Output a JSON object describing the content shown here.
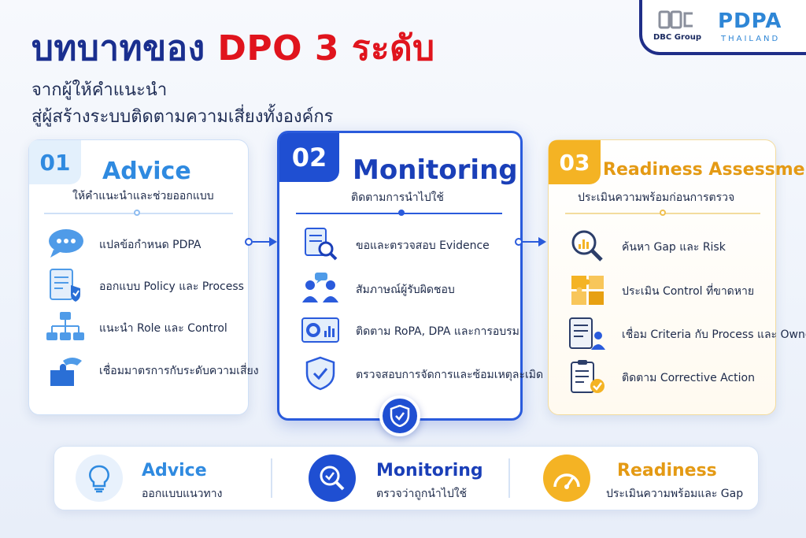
{
  "header": {
    "title_part1": "บทบาทของ ",
    "title_part2": "DPO 3 ระดับ",
    "subtitle_line1": "จากผู้ให้คำแนะนำ",
    "subtitle_line2": "สู่ผู้สร้างระบบติดตามความเสี่ยงทั้งองค์กร"
  },
  "brand": {
    "dbc_label": "DBC Group",
    "pdpa_label": "PDPA",
    "thailand_label": "THAILAND"
  },
  "cards": [
    {
      "number": "01",
      "title": "Advice",
      "subtitle": "ให้คำแนะนำและช่วยออกแบบ",
      "items": [
        {
          "icon": "chat-bubble-icon",
          "label": "แปลข้อกำหนด PDPA"
        },
        {
          "icon": "policy-document-icon",
          "label": "ออกแบบ Policy และ Process"
        },
        {
          "icon": "org-chart-icon",
          "label": "แนะนำ Role และ Control"
        },
        {
          "icon": "puzzle-hand-icon",
          "label": "เชื่อมมาตรการกับระดับความเสี่ยง"
        }
      ]
    },
    {
      "number": "02",
      "title": "Monitoring",
      "subtitle": "ติดตามการนำไปใช้",
      "items": [
        {
          "icon": "document-search-icon",
          "label": "ขอและตรวจสอบ Evidence"
        },
        {
          "icon": "interview-people-icon",
          "label": "สัมภาษณ์ผู้รับผิดชอบ"
        },
        {
          "icon": "dashboard-chart-icon",
          "label": "ติดตาม RoPA, DPA และการอบรม"
        },
        {
          "icon": "shield-check-icon",
          "label": "ตรวจสอบการจัดการและซ้อมเหตุละเมิด"
        }
      ]
    },
    {
      "number": "03",
      "title": "Readiness Assessment",
      "subtitle": "ประเมินความพร้อมก่อนการตรวจ",
      "items": [
        {
          "icon": "magnifier-chart-icon",
          "label": "ค้นหา Gap และ Risk"
        },
        {
          "icon": "puzzle-pieces-icon",
          "label": "ประเมิน Control ที่ขาดหาย"
        },
        {
          "icon": "document-person-icon",
          "label": "เชื่อม Criteria กับ Process และ Owner"
        },
        {
          "icon": "clipboard-check-icon",
          "label": "ติดตาม Corrective Action"
        }
      ]
    }
  ],
  "summary": [
    {
      "icon": "lightbulb-icon",
      "title": "Advice",
      "subtitle": "ออกแบบแนวทาง",
      "color": "#2f8ae0"
    },
    {
      "icon": "magnifier-check-icon",
      "title": "Monitoring",
      "subtitle": "ตรวจว่าถูกนำไปใช้",
      "color": "#1a3fb8"
    },
    {
      "icon": "gauge-icon",
      "title": "Readiness",
      "subtitle": "ประเมินความพร้อมและ Gap",
      "color": "#e49a14"
    }
  ],
  "colors": {
    "navy": "#1a2f8f",
    "red_accent": "#e0141d",
    "advice_blue": "#2f8ae0",
    "monitoring_blue": "#1a3fb8",
    "readiness_orange": "#e49a14"
  }
}
